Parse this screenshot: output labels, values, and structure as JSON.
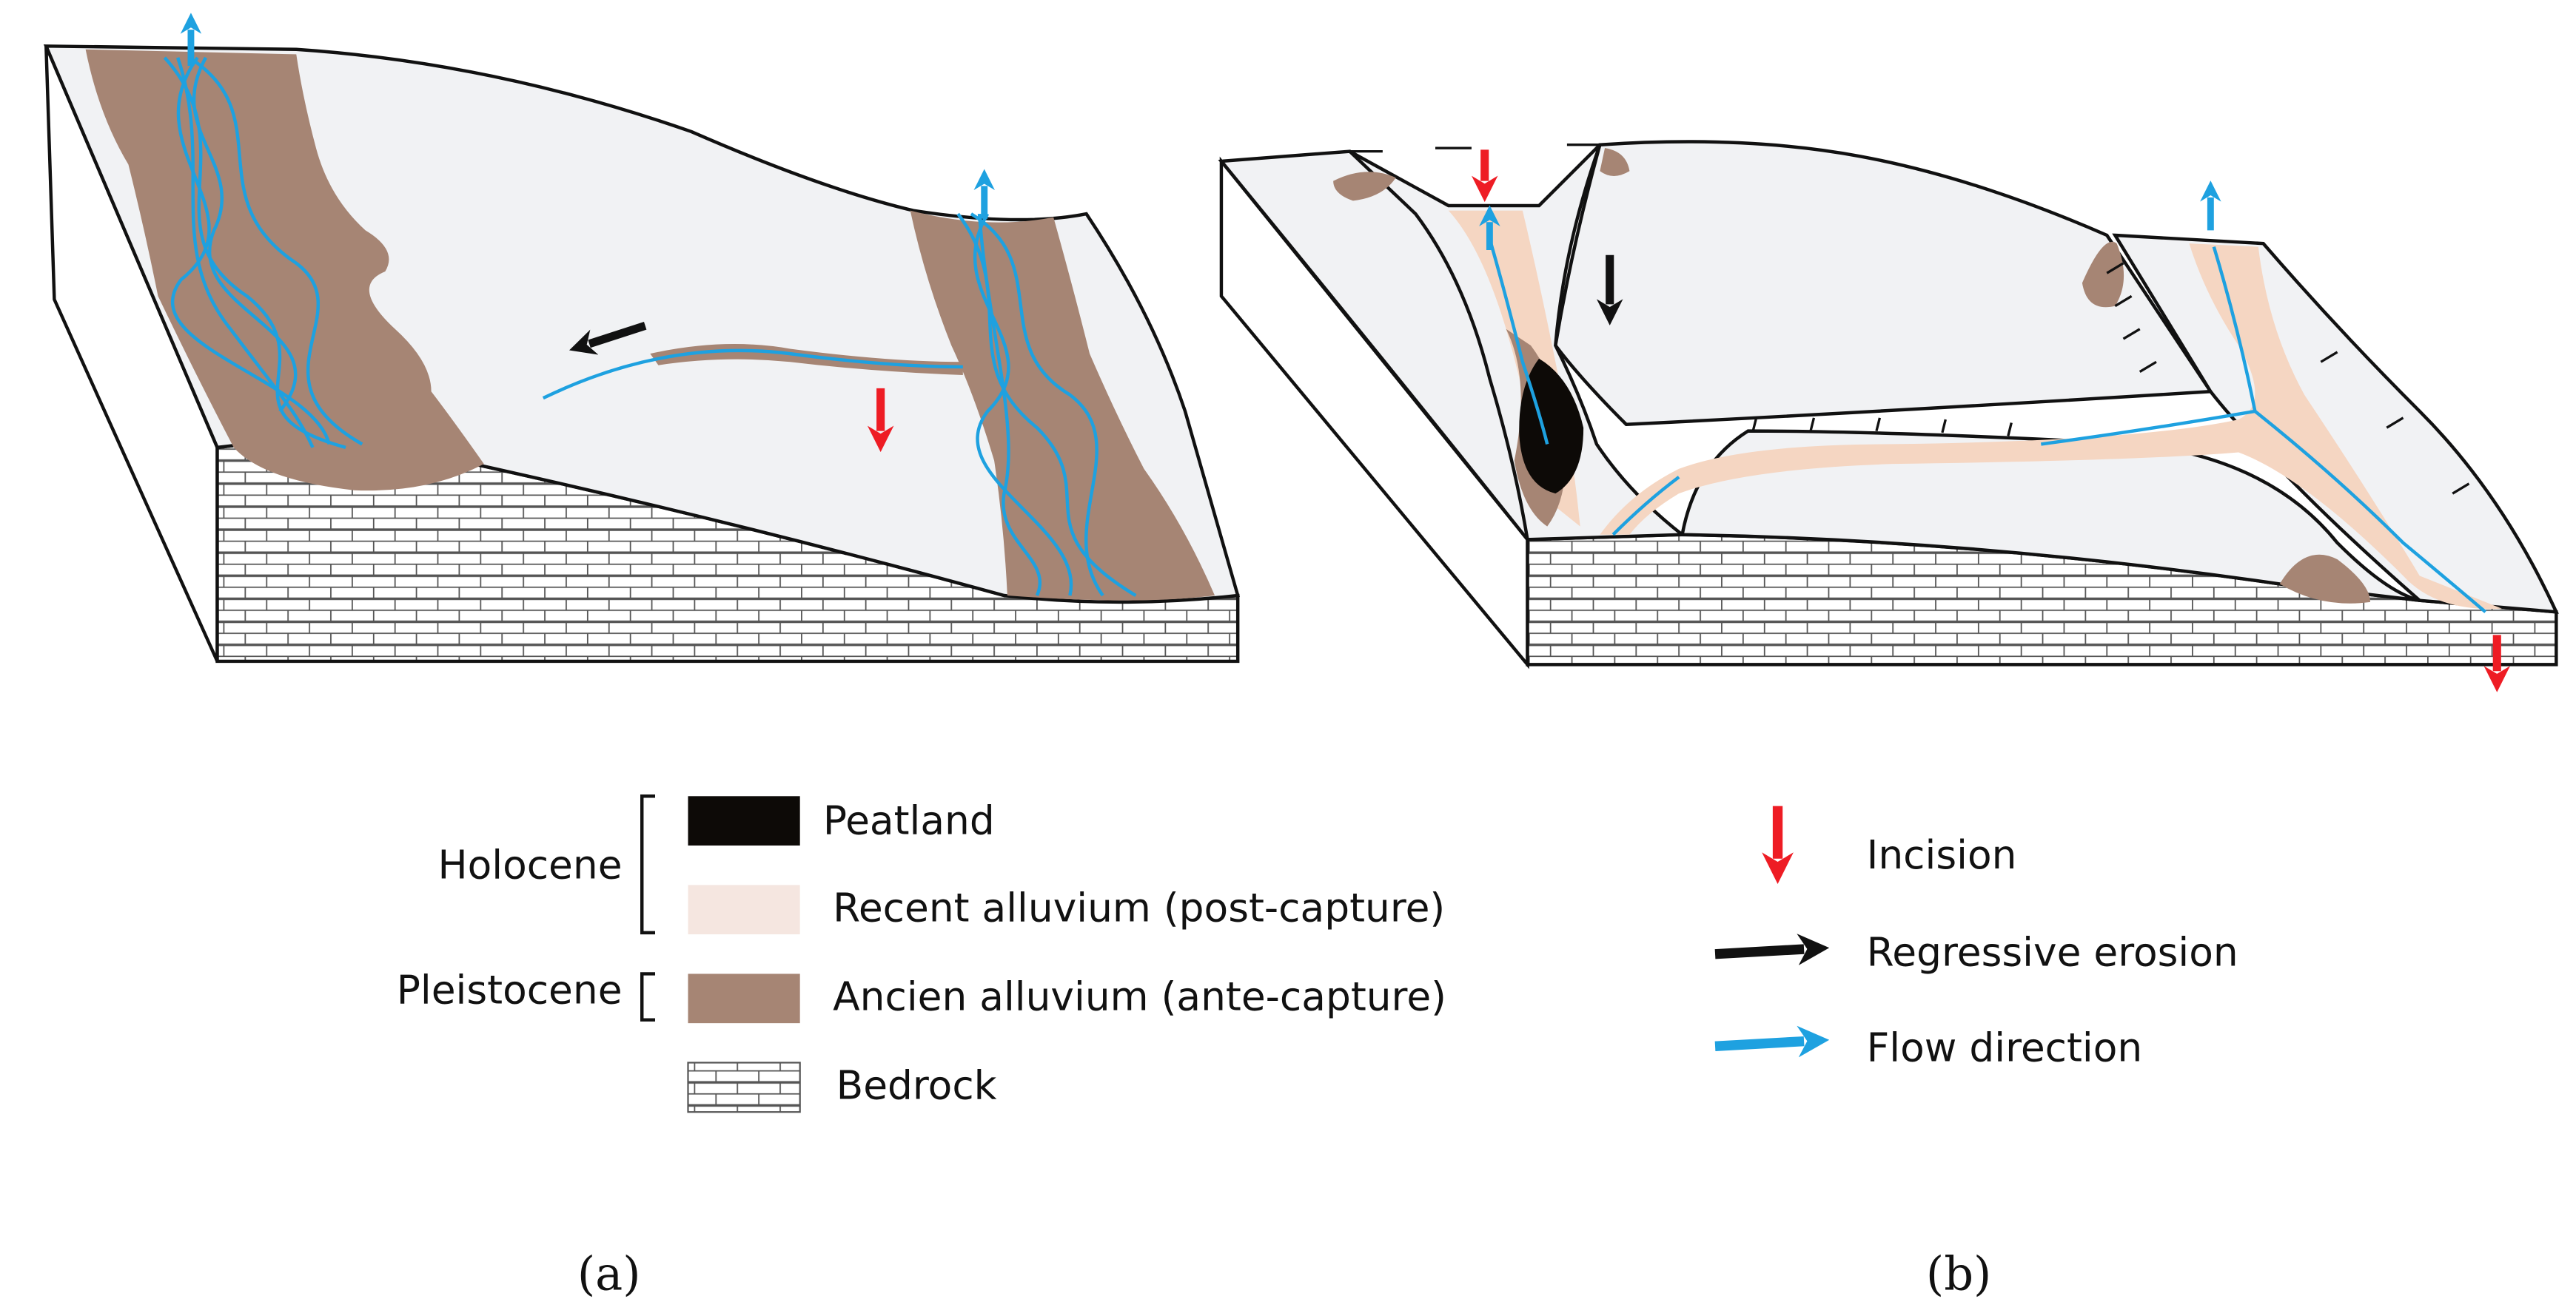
{
  "legend": {
    "periods": {
      "holocene": "Holocene",
      "pleistocene": "Pleistocene"
    },
    "units": {
      "peatland": "Peatland",
      "recent_alluvium": "Recent alluvium (post-capture)",
      "ancient_alluvium": "Ancien alluvium (ante-capture)",
      "bedrock": "Bedrock"
    },
    "arrows": {
      "incision": "Incision",
      "regressive_erosion": "Regressive erosion",
      "flow_direction": "Flow direction"
    }
  },
  "captions": {
    "panel_a": "(a)",
    "panel_b": "(b)"
  },
  "colors": {
    "surface": "#f1f2f4",
    "ancient_alluvium": "#a68574",
    "recent_alluvium": "#f5d6c2",
    "peatland": "#0d0a07",
    "incision": "#ee1c24",
    "flow": "#1ea1e0",
    "regressive": "#111111",
    "bedrock_line": "#555555"
  }
}
